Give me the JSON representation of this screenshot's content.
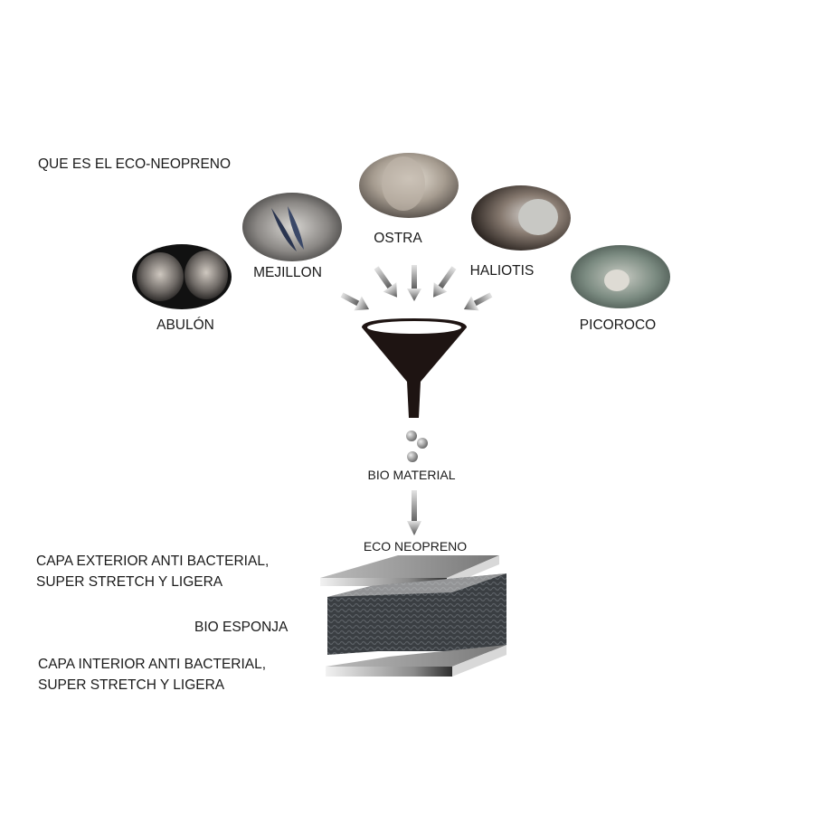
{
  "title": "QUE ES EL ECO-NEOPRENO",
  "shells": [
    {
      "label": "ABULÓN"
    },
    {
      "label": "MEJILLON"
    },
    {
      "label": "OSTRA"
    },
    {
      "label": "HALIOTIS"
    },
    {
      "label": "PICOROCO"
    }
  ],
  "bio_material": "BIO MATERIAL",
  "eco_neopreno": "ECO NEOPRENO",
  "layers": {
    "outer_line1": "CAPA EXTERIOR ANTI BACTERIAL,",
    "outer_line2": "SUPER STRETCH Y LIGERA",
    "middle": "BIO ESPONJA",
    "inner_line1": "CAPA INTERIOR ANTI BACTERIAL,",
    "inner_line2": "SUPER STRETCH Y LIGERA"
  },
  "colors": {
    "funnel": "#1e1412",
    "sponge": "#3a3e42"
  }
}
